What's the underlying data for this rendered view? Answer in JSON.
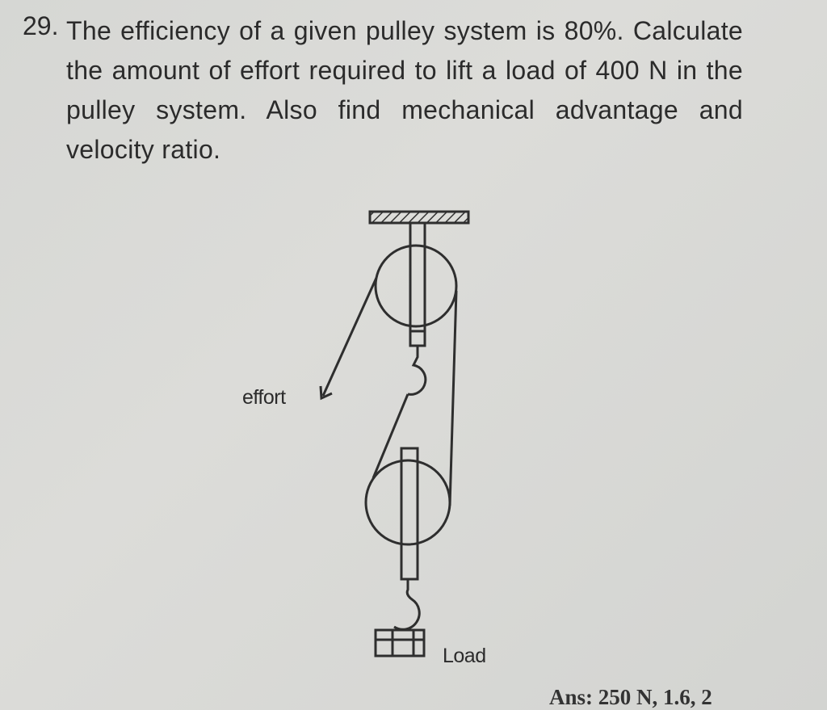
{
  "question": {
    "number": "29.",
    "text": "The efficiency of a given pulley system is 80%. Calculate the amount of effort required to lift a load of 400 N in the pulley system. Also find mechanical advantage and velocity ratio."
  },
  "diagram": {
    "effort_label": "effort",
    "load_label": "Load"
  },
  "answer": "Ans: 250 N, 1.6, 2"
}
